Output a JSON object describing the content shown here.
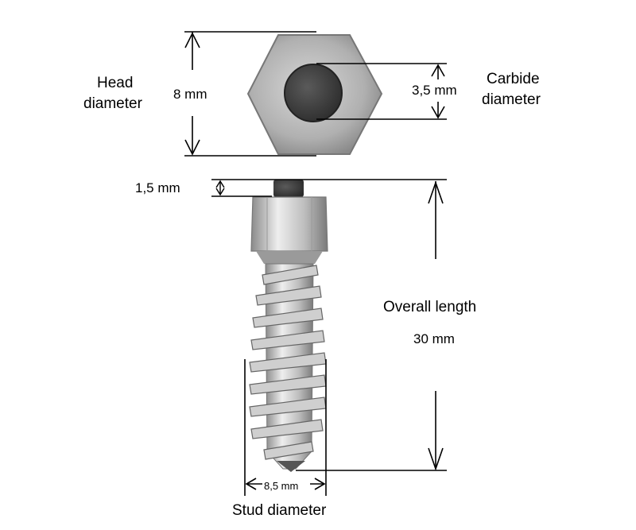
{
  "labels": {
    "head_title_line1": "Head",
    "head_title_line2": "diameter",
    "head_value": "8 mm",
    "carbide_value": "3,5 mm",
    "carbide_title_line1": "Carbide",
    "carbide_title_line2": "diameter",
    "tip_value": "1,5  mm",
    "length_title": "Overall length",
    "length_value": "30 mm",
    "stud_value": "8,5 mm",
    "stud_title": "Stud diameter"
  },
  "colors": {
    "metal_light": "#e2e2e2",
    "metal_mid": "#b8b8b8",
    "metal_dark": "#6e6e6e",
    "carbide": "#3a3a3a",
    "line": "#000000"
  }
}
